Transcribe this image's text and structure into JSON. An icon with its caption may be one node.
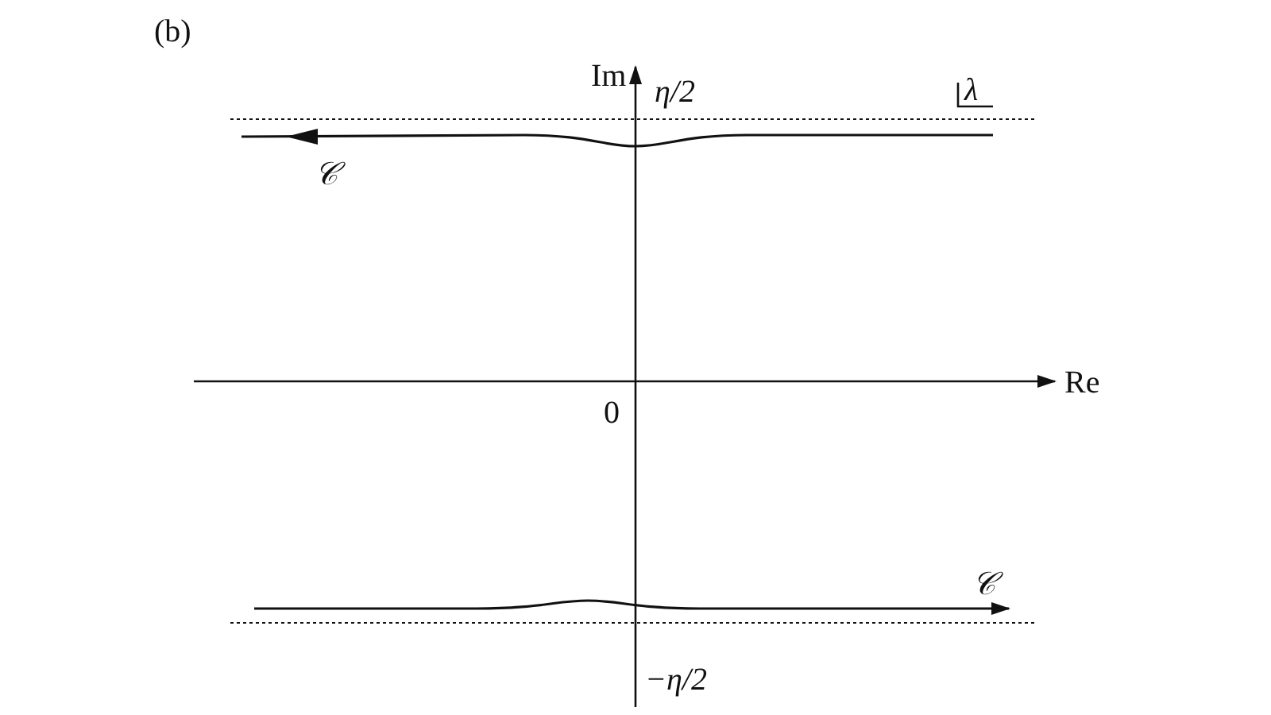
{
  "diagram": {
    "labels": [
      "(b)",
      "Im",
      "η/2",
      "λ",
      "𝒞",
      "Re",
      "0",
      "𝒞",
      "−η/2"
    ]
  }
}
